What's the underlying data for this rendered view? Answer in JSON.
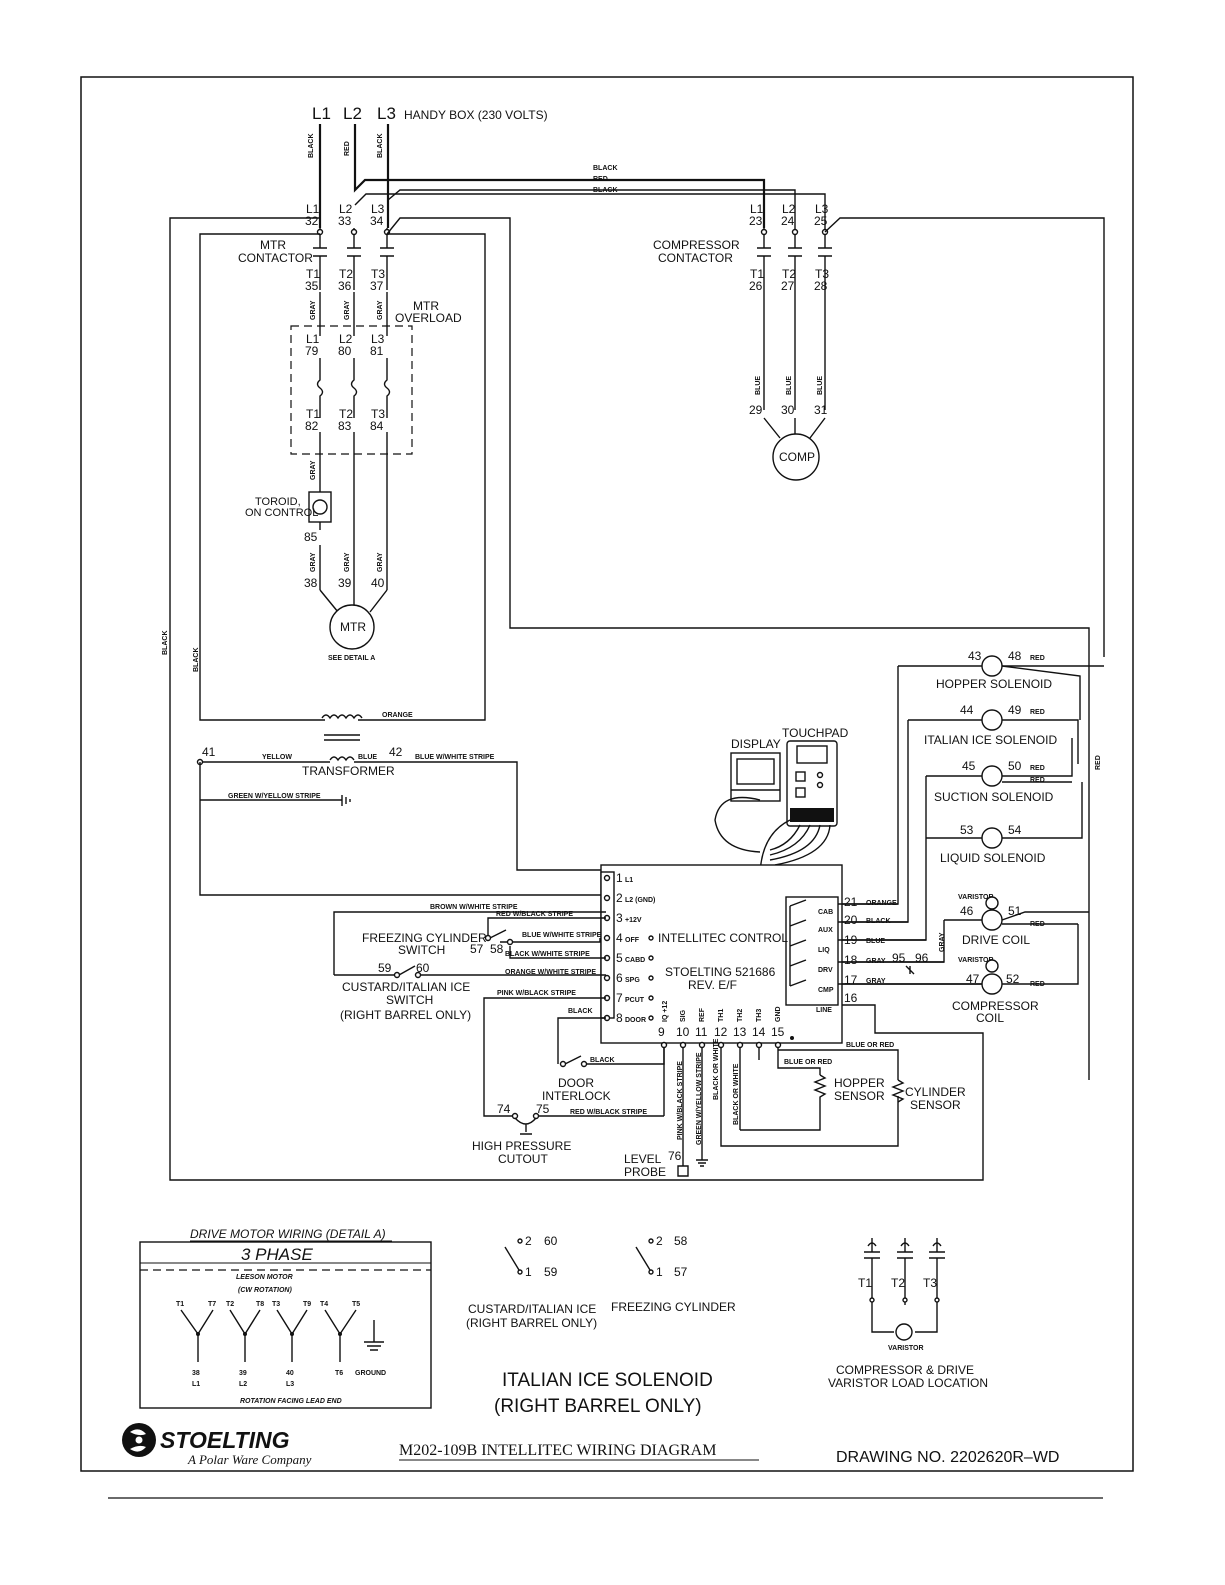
{
  "supply": {
    "l1": "L1",
    "l2": "L2",
    "l3": "L3",
    "label": "HANDY BOX (230 VOLTS)"
  },
  "colors": {
    "black": "BLACK",
    "red": "RED",
    "gray": "GRAY",
    "blue": "BLUE",
    "orange": "ORANGE",
    "yellow": "YELLOW",
    "blue_white": "BLUE W/WHITE STRIPE",
    "green_yellow": "GREEN W/YELLOW STRIPE",
    "brown_white": "BROWN W/WHITE STRIPE",
    "red_black": "RED W/BLACK STRIPE",
    "black_white": "BLACK W/WHITE STRIPE",
    "orange_white": "ORANGE W/WHITE STRIPE",
    "pink_black": "PINK W/BLACK STRIPE",
    "black_or_white": "BLACK OR WHITE",
    "blue_or_red": "BLUE OR RED"
  },
  "mtr_contactor": {
    "label_1": "MTR",
    "label_2": "CONTACTOR",
    "top": [
      [
        "L1",
        "32"
      ],
      [
        "L2",
        "33"
      ],
      [
        "L3",
        "34"
      ]
    ],
    "bottom": [
      [
        "T1",
        "35"
      ],
      [
        "T2",
        "36"
      ],
      [
        "T3",
        "37"
      ]
    ]
  },
  "mtr_overload": {
    "label_1": "MTR",
    "label_2": "OVERLOAD",
    "top": [
      [
        "L1",
        "79"
      ],
      [
        "L2",
        "80"
      ],
      [
        "L3",
        "81"
      ]
    ],
    "bottom": [
      [
        "T1",
        "82"
      ],
      [
        "T2",
        "83"
      ],
      [
        "T3",
        "84"
      ]
    ]
  },
  "toroid": {
    "label_1": "TOROID,",
    "label_2": "ON CONTROL",
    "term": "85"
  },
  "motor": {
    "label": "MTR",
    "note": "SEE DETAIL A",
    "terms": [
      "38",
      "39",
      "40"
    ]
  },
  "comp_contactor": {
    "label_1": "COMPRESSOR",
    "label_2": "CONTACTOR",
    "top": [
      [
        "L1",
        "23"
      ],
      [
        "L2",
        "24"
      ],
      [
        "L3",
        "25"
      ]
    ],
    "bottom": [
      [
        "T1",
        "26"
      ],
      [
        "T2",
        "27"
      ],
      [
        "T3",
        "28"
      ]
    ]
  },
  "compressor": {
    "label": "COMP",
    "terms": [
      "29",
      "30",
      "31"
    ]
  },
  "transformer": {
    "label": "TRANSFORMER",
    "t1": "41",
    "t2": "42"
  },
  "solenoids": [
    {
      "label": "HOPPER SOLENOID",
      "a": "43",
      "b": "48"
    },
    {
      "label": "ITALIAN ICE SOLENOID",
      "a": "44",
      "b": "49"
    },
    {
      "label": "SUCTION SOLENOID",
      "a": "45",
      "b": "50"
    },
    {
      "label": "LIQUID SOLENOID",
      "a": "53",
      "b": "54"
    }
  ],
  "drive_coil": {
    "label": "DRIVE COIL",
    "a": "46",
    "b": "51",
    "varistor": "VARISTOR"
  },
  "comp_coil": {
    "label_1": "COMPRESSOR",
    "label_2": "COIL",
    "a": "47",
    "b": "52",
    "varistor": "VARISTOR"
  },
  "display": {
    "label": "DISPLAY"
  },
  "touchpad": {
    "label": "TOUCHPAD"
  },
  "control": {
    "title": "INTELLITEC CONTROL",
    "part": "STOELTING 521686",
    "rev": "REV. E/F",
    "left_pins": [
      [
        "1",
        "L1"
      ],
      [
        "2",
        "L2 (GND)"
      ],
      [
        "3",
        "+12V"
      ],
      [
        "4",
        "OFF"
      ],
      [
        "5",
        "CABD"
      ],
      [
        "6",
        "SPG"
      ],
      [
        "7",
        "PCUT"
      ],
      [
        "8",
        "DOOR"
      ]
    ],
    "right_pins": [
      [
        "21",
        "CAB"
      ],
      [
        "20",
        "AUX"
      ],
      [
        "19",
        "LIQ"
      ],
      [
        "18",
        "DRV"
      ],
      [
        "17",
        "CMP"
      ],
      [
        "16",
        "LINE"
      ]
    ],
    "bottom_pins": [
      [
        "9",
        "IQ +12"
      ],
      [
        "10",
        "SIG"
      ],
      [
        "11",
        "REF"
      ],
      [
        "12",
        "TH1"
      ],
      [
        "13",
        "TH2"
      ],
      [
        "14",
        "TH3"
      ],
      [
        "15",
        "GND"
      ]
    ]
  },
  "switches": {
    "freezing": {
      "label_1": "FREEZING CYLINDER",
      "label_2": "SWITCH",
      "a": "57",
      "b": "58"
    },
    "custard": {
      "label_1": "CUSTARD/ITALIAN ICE",
      "label_2": "SWITCH",
      "label_3": "(RIGHT BARREL ONLY)",
      "a": "59",
      "b": "60"
    },
    "door": {
      "label_1": "DOOR",
      "label_2": "INTERLOCK"
    },
    "hpc": {
      "label_1": "HIGH PRESSURE",
      "label_2": "CUTOUT",
      "a": "74",
      "b": "75"
    },
    "level": {
      "label_1": "LEVEL",
      "label_2": "PROBE",
      "term": "76"
    },
    "hopper_sensor": {
      "label_1": "HOPPER",
      "label_2": "SENSOR"
    },
    "cyl_sensor": {
      "label_1": "CYLINDER",
      "label_2": "SENSOR"
    },
    "t9596": {
      "a": "95",
      "b": "96"
    }
  },
  "detail_a": {
    "title": "DRIVE MOTOR WIRING (DETAIL A)",
    "phase": "3 PHASE",
    "motor": "LEESON MOTOR",
    "rotation": "(CW ROTATION)",
    "leads_top": [
      "T1",
      "T7",
      "T2",
      "T8",
      "T3",
      "T9",
      "T4",
      "T5"
    ],
    "leads_bottom": [
      [
        "38",
        "L1"
      ],
      [
        "39",
        "L2"
      ],
      [
        "40",
        "L3"
      ],
      [
        "T6",
        ""
      ],
      [
        "GROUND",
        ""
      ]
    ],
    "footer": "ROTATION FACING LEAD END"
  },
  "switch_details": [
    {
      "caption_1": "CUSTARD/ITALIAN ICE",
      "caption_2": "(RIGHT BARREL ONLY)",
      "p2": "2",
      "p1": "1",
      "a": "60",
      "b": "59"
    },
    {
      "caption_1": "FREEZING CYLINDER",
      "caption_2": "",
      "p2": "2",
      "p1": "1",
      "a": "58",
      "b": "57"
    }
  ],
  "varistor_detail": {
    "t1": "T1",
    "t2": "T2",
    "t3": "T3",
    "varistor": "VARISTOR",
    "caption_1": "COMPRESSOR & DRIVE",
    "caption_2": "VARISTOR LOAD LOCATION"
  },
  "note": {
    "line_1": "ITALIAN ICE SOLENOID",
    "line_2": "(RIGHT BARREL ONLY)"
  },
  "footer": {
    "brand": "STOELTING",
    "tagline": "A Polar Ware Company",
    "title": "M202-109B INTELLITEC WIRING DIAGRAM",
    "drawing": "DRAWING NO. 2202620R–WD"
  }
}
